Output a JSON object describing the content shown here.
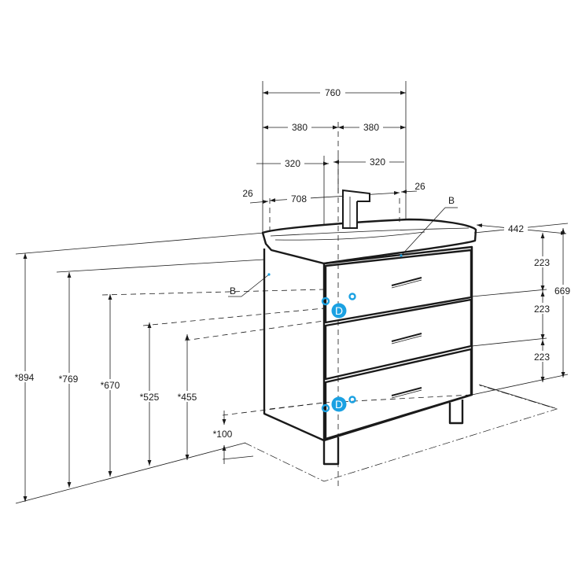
{
  "dimensions": {
    "overall_width": "760",
    "half_width_left": "380",
    "half_width_right": "380",
    "offset_left": "320",
    "offset_right": "320",
    "inner_width": "708",
    "edge_left": "26",
    "edge_right": "26",
    "depth": "442",
    "drawer_1": "223",
    "drawer_2": "223",
    "drawer_3": "223",
    "body_height": "669",
    "height_894": "*894",
    "height_769": "*769",
    "height_670": "*670",
    "height_525": "*525",
    "height_455": "*455",
    "leg_height": "*100"
  },
  "labels": {
    "b_top": "B",
    "b_side": "B",
    "d_upper": "D",
    "d_lower": "D"
  },
  "colors": {
    "line": "#1a1a1a",
    "marker": "#1ba1e2"
  }
}
